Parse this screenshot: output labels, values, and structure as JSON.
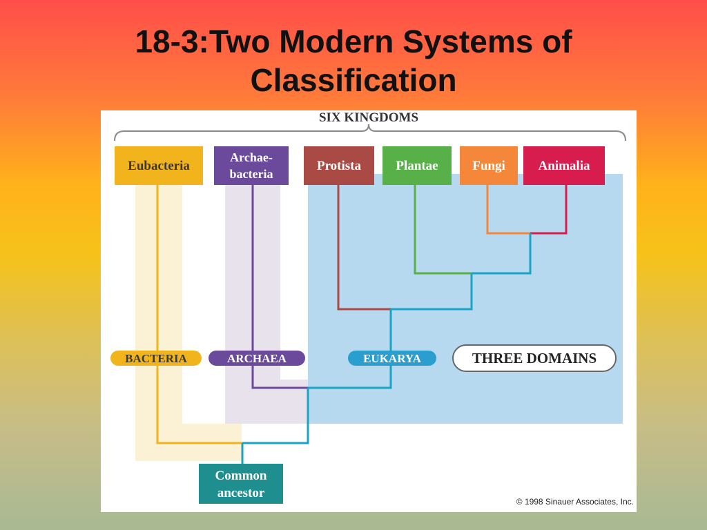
{
  "title": {
    "line1": "18-3:Two Modern Systems of",
    "line2": "Classification"
  },
  "diagram": {
    "six_kingdoms_label": "SIX KINGDOMS",
    "kingdoms": [
      {
        "line1": "Eubacteria",
        "line2": "",
        "color": "#f2b41c"
      },
      {
        "line1": "Archae-",
        "line2": "bacteria",
        "color": "#6b4a9b"
      },
      {
        "line1": "Protista",
        "line2": "",
        "color": "#a94a45"
      },
      {
        "line1": "Plantae",
        "line2": "",
        "color": "#58b049"
      },
      {
        "line1": "Fungi",
        "line2": "",
        "color": "#f5873a"
      },
      {
        "line1": "Animalia",
        "line2": "",
        "color": "#d71d4d"
      }
    ],
    "domains": [
      {
        "label": "BACTERIA",
        "color": "#f2b41c",
        "text_color": "#3a3a3a"
      },
      {
        "label": "ARCHAEA",
        "color": "#6b4a9b",
        "text_color": "#ffffff"
      },
      {
        "label": "EUKARYA",
        "color": "#2a9fcf",
        "text_color": "#ffffff"
      }
    ],
    "three_domains_label": "THREE DOMAINS",
    "common_ancestor": {
      "line1": "Common",
      "line2": "ancestor",
      "color": "#1f8e8e"
    },
    "copyright": "© 1998 Sinauer Associates, Inc.",
    "colors": {
      "eukarya_region": "#b6d9f0",
      "archaea_region": "#e7e2ec",
      "bacteria_region": "#fbf1d4",
      "tree_teal": "#1aa3c3"
    }
  }
}
